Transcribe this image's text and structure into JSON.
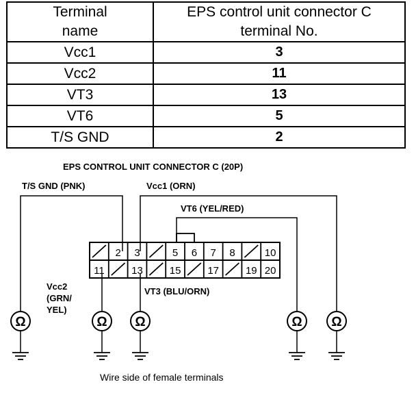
{
  "table": {
    "header": {
      "col1_line1": "Terminal",
      "col1_line2": "name",
      "col2_line1": "EPS control unit connector C",
      "col2_line2": "terminal No."
    },
    "rows": [
      {
        "name": "Vcc1",
        "terminal": "3"
      },
      {
        "name": "Vcc2",
        "terminal": "11"
      },
      {
        "name": "VT3",
        "terminal": "13"
      },
      {
        "name": "VT6",
        "terminal": "5"
      },
      {
        "name": "T/S GND",
        "terminal": "2"
      }
    ]
  },
  "diagram": {
    "title": "EPS CONTROL UNIT CONNECTOR C (20P)",
    "labels": {
      "ts_gnd": "T/S GND (PNK)",
      "vcc1": "Vcc1 (ORN)",
      "vt6": "VT6 (YEL/RED)",
      "vt3": "VT3 (BLU/ORN)",
      "vcc2_l1": "Vcc2",
      "vcc2_l2": "(GRN/",
      "vcc2_l3": "YEL)"
    },
    "connector": {
      "top_row": [
        "",
        "2",
        "3",
        "",
        "5",
        "6",
        "7",
        "8",
        "",
        "10"
      ],
      "bottom_row": [
        "11",
        "",
        "13",
        "",
        "15",
        "",
        "17",
        "",
        "19",
        "20"
      ]
    },
    "meter_symbol": "Ω",
    "caption": "Wire side of female terminals"
  }
}
